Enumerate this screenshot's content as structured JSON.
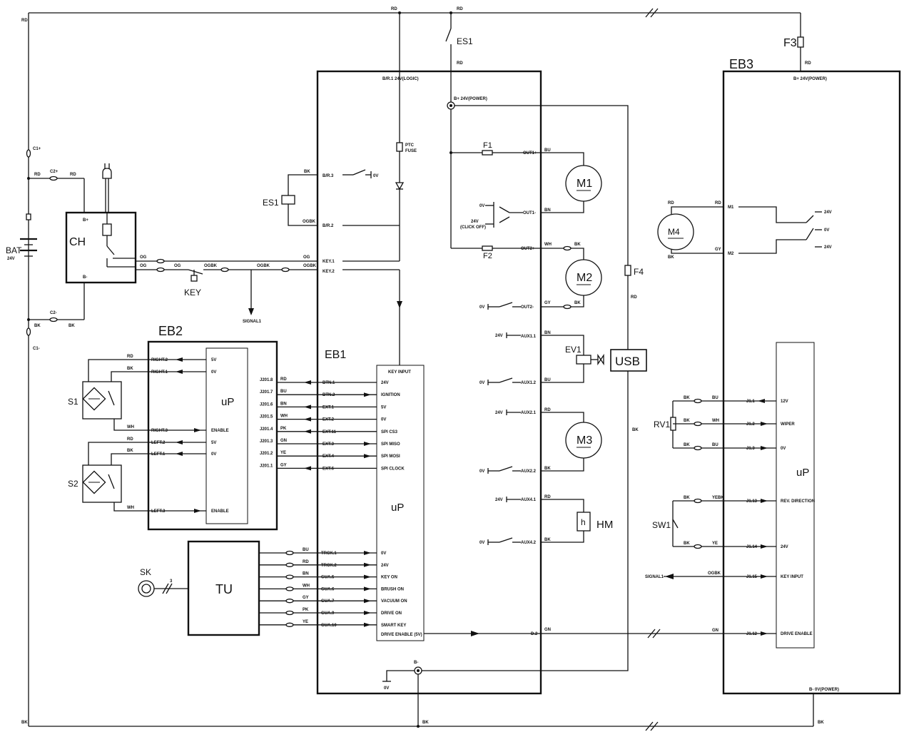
{
  "blocks": {
    "eb1": "EB1",
    "eb2": "EB2",
    "eb3": "EB3",
    "tu": "TU",
    "ch": "CH",
    "usb": "USB",
    "up": "uP",
    "bat": "BAT",
    "bat_v": "24V",
    "sk": "SK",
    "sk_n": "3"
  },
  "parts": {
    "es1": "ES1",
    "f1": "F1",
    "f2": "F2",
    "f3": "F3",
    "f4": "F4",
    "m1": "M1",
    "m2": "M2",
    "m3": "M3",
    "m4": "M4",
    "ev1": "EV1",
    "hm": "HM",
    "hm_sym": "h",
    "key": "KEY",
    "s1": "S1",
    "s2": "S2",
    "rv1": "RV1",
    "sw1": "SW1",
    "c1p": "C1+",
    "c2p": "C2+",
    "c1m": "C1-",
    "c2m": "C2-",
    "bp": "B+",
    "bm": "B-",
    "signal": "SIGNAL1",
    "ptc": "PTC",
    "fuse": "FUSE"
  },
  "wires": {
    "rd": "RD",
    "bk": "BK",
    "og": "OG",
    "ogbk": "OGBK",
    "bu": "BU",
    "bn": "BN",
    "wh": "WH",
    "gy": "GY",
    "pk": "PK",
    "gn": "GN",
    "ye": "YE",
    "yebk": "YEBK",
    "v0": "0V",
    "v24": "24V",
    "v5": "5V",
    "v12": "12V"
  },
  "eb1": {
    "logic": "B/R.1 24V(LOGIC)",
    "power": "B+ 24V(POWER)",
    "bminus": "B-",
    "br3": "B/R.3",
    "br2": "B/R.2",
    "key1": "KEY.1",
    "key2": "KEY.2",
    "out1p": "OUT1+",
    "out1m": "OUT1-",
    "out2p": "OUT2+",
    "out2m": "OUT2-",
    "aux11": "AUX1.1",
    "aux12": "AUX1.2",
    "aux21": "AUX2.1",
    "aux22": "AUX2.2",
    "aux41": "AUX4.1",
    "aux42": "AUX4.2",
    "d2": "D.2",
    "clickoff": "(CLICK OFF)",
    "key_input": "KEY INPUT",
    "drive_enable": "DRIVE ENABLE (5V)",
    "left_pins": [
      "BTN.1",
      "BTN.2",
      "EXT.1",
      "EXT.2",
      "EXT.11",
      "EXT.3",
      "EXT.4",
      "EXT.6"
    ],
    "left_cols": [
      "RD",
      "BU",
      "BN",
      "WH",
      "PK",
      "GN",
      "YE",
      "GY"
    ],
    "left_funcs": [
      "24V",
      "IGNITION",
      "5V",
      "0V",
      "SPI CS3",
      "SPI MISO",
      "SPI MOSI",
      "SPI CLOCK"
    ],
    "j201": [
      "J201.8",
      "J201.7",
      "J201.6",
      "J201.5",
      "J201.4",
      "J201.3",
      "J201.2",
      "J201.1"
    ],
    "tu_pins": [
      "TRCK.1",
      "TRCK.2",
      "GUA.5",
      "GUA.6",
      "GUA.7",
      "GUA.9",
      "GUA.10"
    ],
    "tu_cols": [
      "BU",
      "RD",
      "BN",
      "WH",
      "GY",
      "PK",
      "YE"
    ],
    "tu_funcs": [
      "0V",
      "24V",
      "KEY ON",
      "BRUSH ON",
      "VACUUM ON",
      "DRIVE ON",
      "SMART KEY"
    ]
  },
  "eb2": {
    "pins_s1": [
      "RIGHT.2",
      "RIGHT.1",
      "RIGHT.3"
    ],
    "pins_s2": [
      "LEFT.2",
      "LEFT.1",
      "LEFT.3"
    ],
    "funcs": [
      "5V",
      "0V",
      "ENABLE"
    ],
    "cols": [
      "RD",
      "BK",
      "WH"
    ]
  },
  "eb3": {
    "power": "B+ 24V(POWER)",
    "bminus": "B- 0V(POWER)",
    "m1": "M1",
    "m2": "M2",
    "pins": [
      "J1.1",
      "J1.2",
      "J1.3",
      "J1.13",
      "J1.14",
      "J1.15",
      "J1.12"
    ],
    "funcs": [
      "12V",
      "WIPER",
      "0V",
      "REV. DIRECTION",
      "24V",
      "KEY INPUT",
      "DRIVE ENABLE"
    ],
    "cols": [
      "BU",
      "WH",
      "BU",
      "YEBK",
      "YE",
      "OGBK",
      "GN"
    ]
  }
}
